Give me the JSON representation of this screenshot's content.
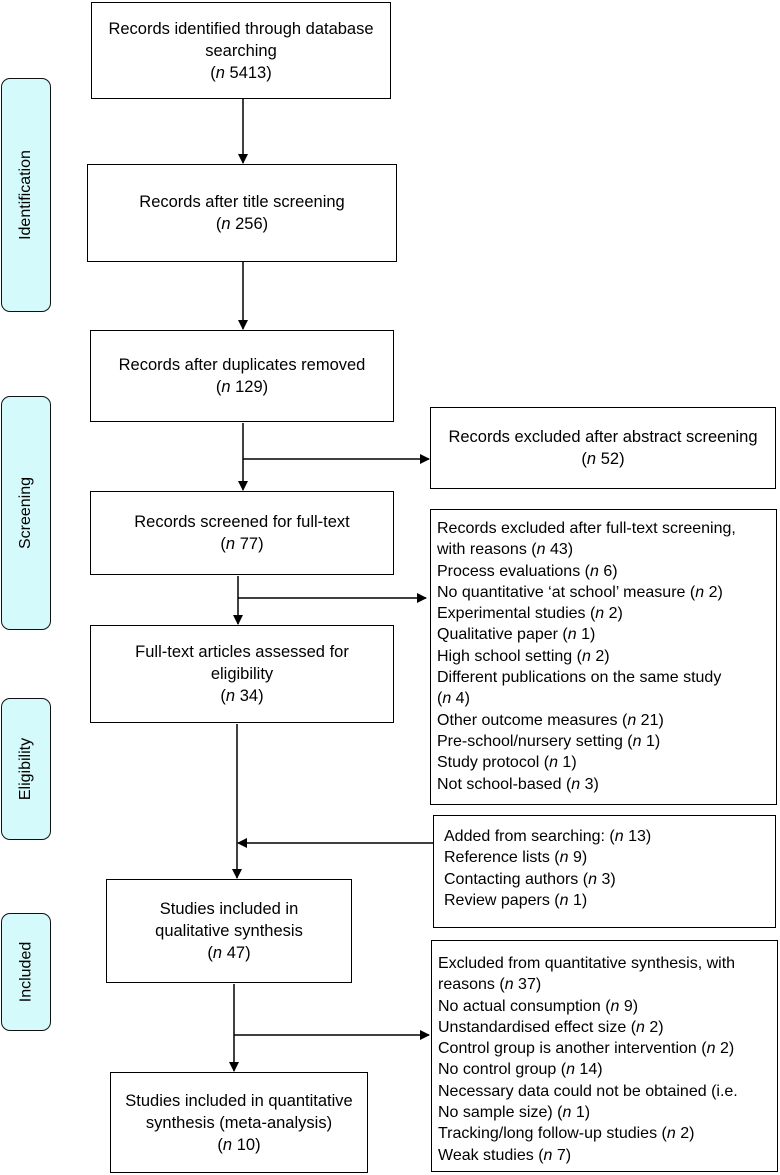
{
  "stages": {
    "identification": "Identification",
    "screening": "Screening",
    "eligibility": "Eligibility",
    "included": "Included"
  },
  "boxes": {
    "identified": {
      "text": [
        "Records identified through database",
        "searching"
      ],
      "n": "5413"
    },
    "title_screening": {
      "text": [
        "Records after title screening"
      ],
      "n": "256"
    },
    "duplicates_removed": {
      "text": [
        "Records after duplicates removed"
      ],
      "n": "129"
    },
    "fulltext_screened": {
      "text": [
        "Records screened for full-text"
      ],
      "n": "77"
    },
    "fulltext_assessed": {
      "text": [
        "Full-text articles assessed for",
        "eligibility"
      ],
      "n": "34"
    },
    "qualitative": {
      "text": [
        "Studies included in",
        "qualitative synthesis"
      ],
      "n": "47"
    },
    "quantitative": {
      "text": [
        "Studies included in quantitative",
        "synthesis (meta-analysis)"
      ],
      "n": "10"
    }
  },
  "side_boxes": {
    "abstract_excluded": {
      "text": "Records excluded after abstract screening",
      "n": "52"
    },
    "fulltext_excluded": {
      "lines": [
        {
          "text": "Records excluded after full-text screening,"
        },
        {
          "text": "with reasons",
          "n": "43"
        },
        {
          "text": "Process evaluations",
          "n": "6"
        },
        {
          "text": "No quantitative ‘at school’ measure",
          "n": "2"
        },
        {
          "text": "Experimental studies",
          "n": "2"
        },
        {
          "text": "Qualitative paper",
          "n": "1"
        },
        {
          "text": "High school setting",
          "n": "2"
        },
        {
          "text": "Different publications on the same study"
        },
        {
          "text": "",
          "n": "4"
        },
        {
          "text": "Other outcome measures",
          "n": "21"
        },
        {
          "text": "Pre-school/nursery setting",
          "n": "1"
        },
        {
          "text": "Study protocol",
          "n": "1"
        },
        {
          "text": "Not school-based",
          "n": "3"
        }
      ]
    },
    "added": {
      "lines": [
        {
          "text": "Added from searching:",
          "n": "13"
        },
        {
          "text": "Reference lists",
          "n": "9"
        },
        {
          "text": "Contacting authors",
          "n": "3"
        },
        {
          "text": "Review papers",
          "n": "1"
        }
      ]
    },
    "quant_excluded": {
      "lines": [
        {
          "text": "Excluded from quantitative synthesis, with"
        },
        {
          "text": "reasons",
          "n": "37"
        },
        {
          "text": "No actual consumption",
          "n": "9"
        },
        {
          "text": "Unstandardised effect size",
          "n": "2"
        },
        {
          "text": "Control group is another intervention",
          "n": "2"
        },
        {
          "text": "No control group",
          "n": "14"
        },
        {
          "text": "Necessary data could not be obtained (i.e."
        },
        {
          "text": "No sample size)",
          "n": "1"
        },
        {
          "text": "Tracking/long follow-up studies",
          "n": "2"
        },
        {
          "text": "Weak studies",
          "n": "7"
        }
      ]
    }
  }
}
